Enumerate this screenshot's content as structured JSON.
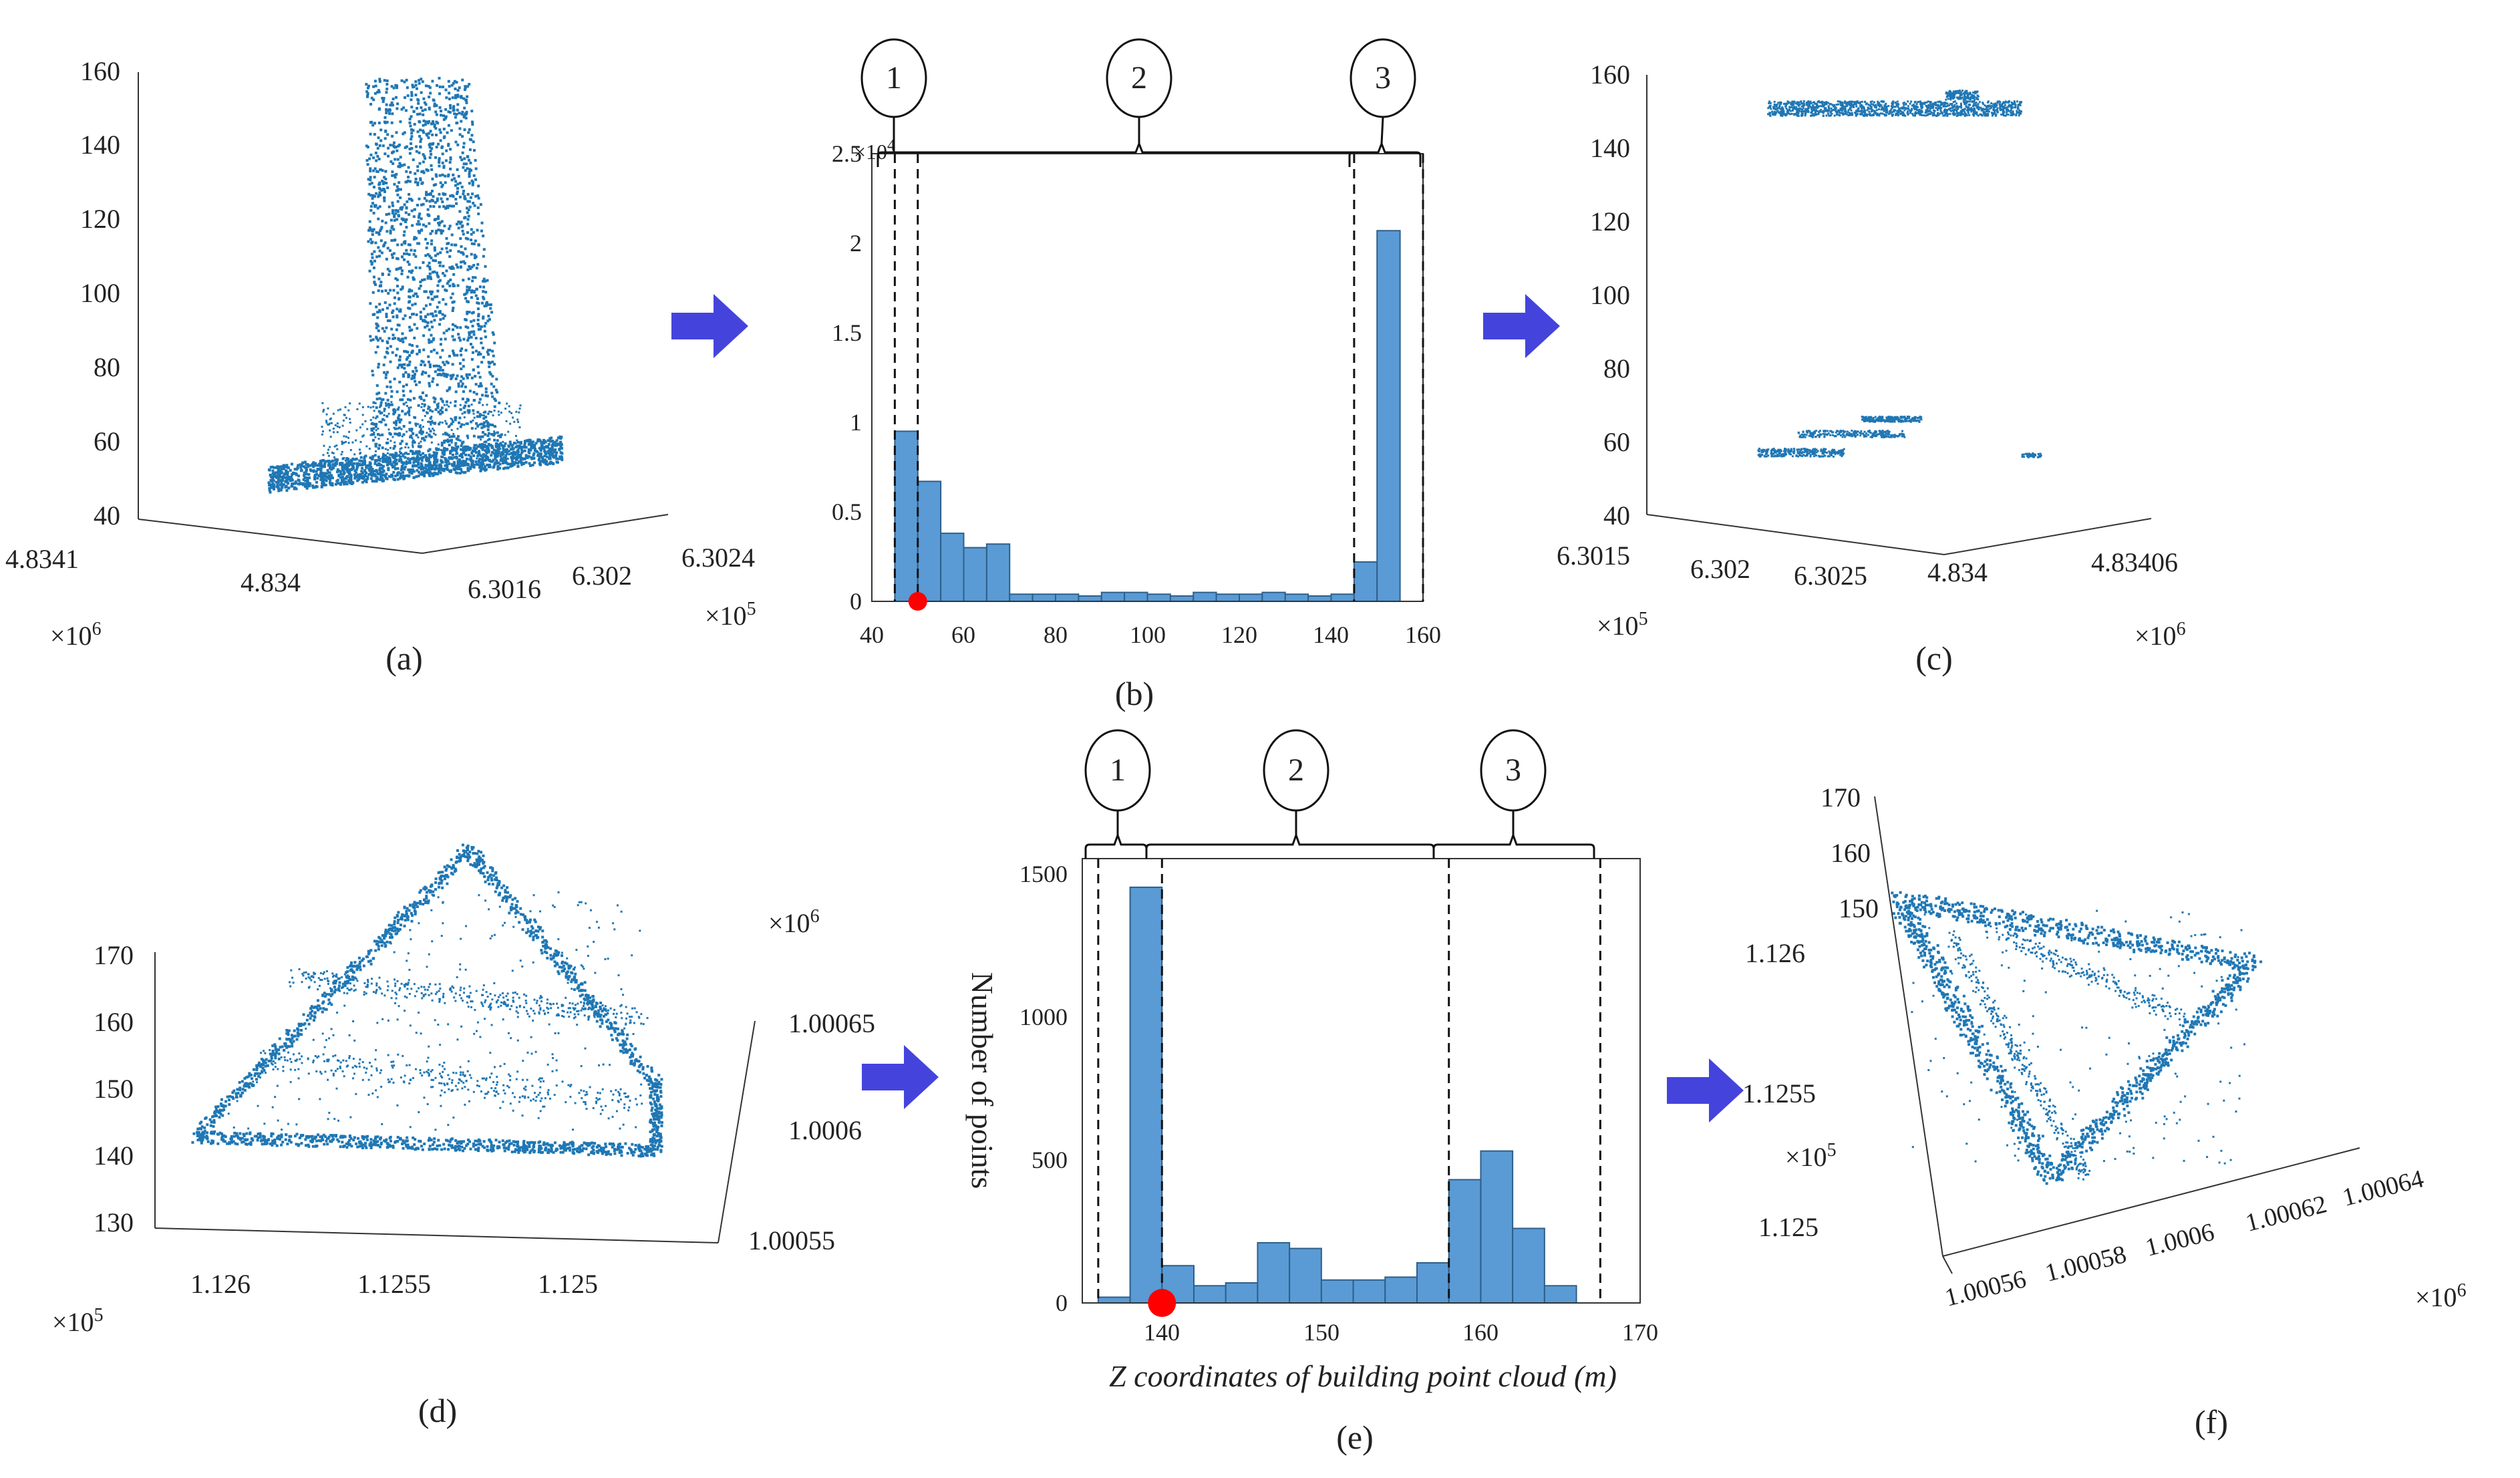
{
  "colors": {
    "points": "#1f77b4",
    "bars": "#5a9bd5",
    "bar_edge": "#2e5f8a",
    "arrow": "#4444dd",
    "threshold": "#ff0000",
    "axis": "#333333"
  },
  "panel_labels": [
    "(a)",
    "(b)",
    "(c)",
    "(d)",
    "(e)",
    "(f)"
  ],
  "segment_labels": [
    "1",
    "2",
    "3"
  ],
  "chart_data": [
    {
      "panel": "(a)",
      "type": "scatter",
      "z_ticks": [
        "160",
        "140",
        "120",
        "100",
        "80",
        "60",
        "40"
      ],
      "y_ticks": [
        "4.8341",
        "4.834"
      ],
      "y_exponent": "×10^6",
      "x_ticks": [
        "6.3016",
        "6.302",
        "6.3024"
      ],
      "x_exponent": "×10^5",
      "zlim": [
        40,
        160
      ]
    },
    {
      "panel": "(b)",
      "type": "bar",
      "bin_edges": [
        45,
        50,
        55,
        60,
        65,
        70,
        75,
        80,
        85,
        90,
        95,
        100,
        105,
        110,
        115,
        120,
        125,
        130,
        135,
        140,
        145,
        150,
        155
      ],
      "values": [
        0.95,
        0.67,
        0.38,
        0.3,
        0.32,
        0.04,
        0.04,
        0.04,
        0.03,
        0.05,
        0.05,
        0.04,
        0.03,
        0.05,
        0.04,
        0.04,
        0.05,
        0.04,
        0.03,
        0.04,
        0.22,
        2.07
      ],
      "x_ticks": [
        "40",
        "60",
        "80",
        "100",
        "120",
        "140",
        "160"
      ],
      "y_ticks": [
        "0",
        "0.5",
        "1",
        "1.5",
        "2",
        "2.5"
      ],
      "y_exponent": "×10^4",
      "xlim": [
        40,
        160
      ],
      "ylim": [
        0,
        2.5
      ],
      "threshold": 50,
      "splits": [
        45,
        50,
        145,
        160
      ]
    },
    {
      "panel": "(c)",
      "type": "scatter",
      "z_ticks": [
        "160",
        "140",
        "120",
        "100",
        "80",
        "60",
        "40"
      ],
      "x_ticks": [
        "6.3015",
        "6.302",
        "6.3025"
      ],
      "x_exponent": "×10^5",
      "y_ticks": [
        "4.834",
        "4.83406"
      ],
      "y_exponent": "×10^6",
      "zlim": [
        40,
        160
      ]
    },
    {
      "panel": "(d)",
      "type": "scatter",
      "z_ticks": [
        "170",
        "160",
        "150",
        "140",
        "130"
      ],
      "x_ticks": [
        "1.126",
        "1.1255",
        "1.125"
      ],
      "x_exponent": "×10^5",
      "y_ticks": [
        "1.00065",
        "1.0006",
        "1.00055"
      ],
      "y_exponent": "×10^6",
      "zlim": [
        130,
        170
      ]
    },
    {
      "panel": "(e)",
      "type": "bar",
      "bin_edges": [
        136,
        138,
        140,
        142,
        144,
        146,
        148,
        150,
        152,
        154,
        156,
        158,
        160,
        162,
        164,
        166
      ],
      "values": [
        20,
        1450,
        130,
        60,
        70,
        210,
        190,
        80,
        80,
        90,
        140,
        430,
        530,
        260,
        60
      ],
      "xlabel": "Z coordinates of building point cloud (m)",
      "ylabel": "Number of points",
      "x_ticks": [
        "140",
        "150",
        "160",
        "170"
      ],
      "y_ticks": [
        "0",
        "500",
        "1000",
        "1500"
      ],
      "xlim": [
        135,
        170
      ],
      "ylim": [
        0,
        1550
      ],
      "threshold": 140,
      "splits": [
        136,
        140,
        158,
        167.5
      ]
    },
    {
      "panel": "(f)",
      "type": "scatter",
      "z_ticks": [
        "170",
        "160",
        "150"
      ],
      "y_ticks": [
        "1.126",
        "1.1255",
        "1.125"
      ],
      "y_exponent": "×10^5",
      "x_ticks": [
        "1.00056",
        "1.00058",
        "1.0006",
        "1.00062",
        "1.00064"
      ],
      "x_exponent": "×10^6",
      "zlim": [
        150,
        170
      ]
    }
  ]
}
